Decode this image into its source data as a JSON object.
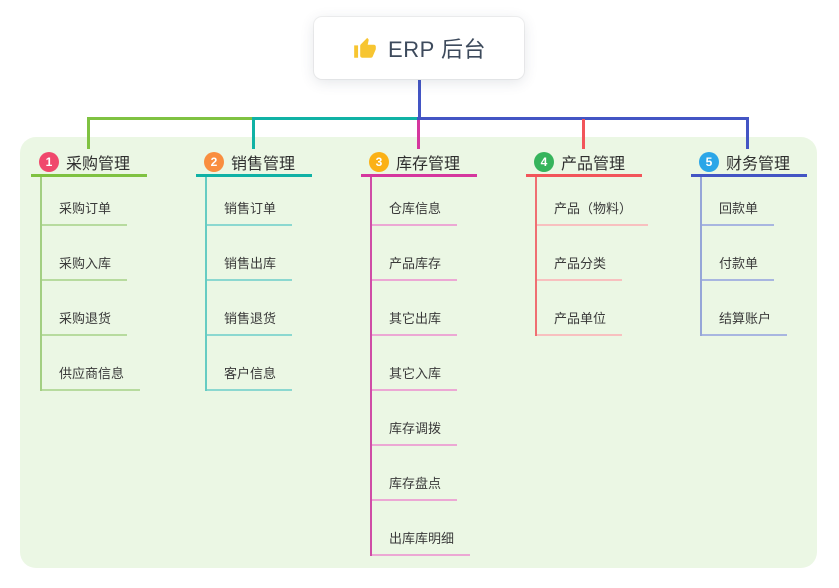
{
  "root": {
    "label": "ERP 后台",
    "icon": "thumbs-up-icon",
    "icon_color": "#f7c531"
  },
  "connector": {
    "trunk_color": "#4355c4"
  },
  "panel_color": "#ebf7e4",
  "branches": [
    {
      "num": "1",
      "title": "采购管理",
      "badge_color": "#f0486c",
      "line_color": "#7fc241",
      "vline_color": "#a3cf82",
      "subline_color": "#b7db9e",
      "items": [
        "采购订单",
        "采购入库",
        "采购退货",
        "供应商信息"
      ]
    },
    {
      "num": "2",
      "title": "销售管理",
      "badge_color": "#f98e3f",
      "line_color": "#10b2a5",
      "vline_color": "#66ccc2",
      "subline_color": "#8bd8d0",
      "items": [
        "销售订单",
        "销售出库",
        "销售退货",
        "客户信息"
      ]
    },
    {
      "num": "3",
      "title": "库存管理",
      "badge_color": "#fbb116",
      "line_color": "#d5379e",
      "vline_color": "#cf4da6",
      "subline_color": "#eca8d4",
      "items": [
        "仓库信息",
        "产品库存",
        "其它出库",
        "其它入库",
        "库存调拨",
        "库存盘点",
        "出库库明细"
      ]
    },
    {
      "num": "4",
      "title": "产品管理",
      "badge_color": "#36b45c",
      "line_color": "#f2555a",
      "vline_color": "#ef6f72",
      "subline_color": "#f8c0bf",
      "items": [
        "产品（物料）",
        "产品分类",
        "产品单位"
      ]
    },
    {
      "num": "5",
      "title": "财务管理",
      "badge_color": "#2ba6e8",
      "line_color": "#4355c4",
      "vline_color": "#96a6d8",
      "subline_color": "#a8b6e0",
      "items": [
        "回款单",
        "付款单",
        "结算账户"
      ]
    }
  ]
}
